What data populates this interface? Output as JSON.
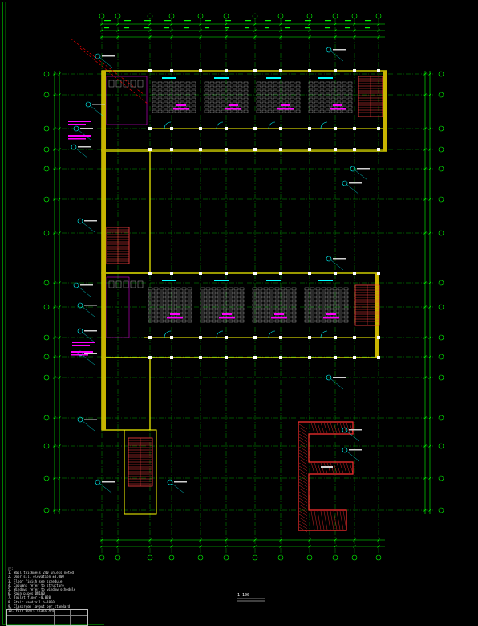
{
  "drawing": {
    "background": "#000000",
    "colors": {
      "axis": "#00c800",
      "dimension": "#00ff00",
      "wall": "#ffff00",
      "wall_fill": "#c8b400",
      "door": "#00ffff",
      "furniture": "#d0d0d0",
      "label": "#ff00ff",
      "callout": "#00ffff",
      "column": "#ffffff",
      "hatch": "#ff3030",
      "stair": "#ff4040",
      "leader": "#ff0000",
      "frame": "#00ff00"
    },
    "notes_title": "注:",
    "notes": [
      "1. Wall thickness 240 unless noted",
      "2. Door sill elevation ±0.000",
      "3. Floor finish see schedule",
      "4. Columns refer to structure",
      "5. Windows refer to window schedule",
      "6. Rain pipes DN100",
      "7. Toilet floor -0.020",
      "8. Stair handrail h=1050",
      "9. Classroom layout per standard",
      "10. Fire doors class A/B"
    ],
    "scale_text": "1:100"
  }
}
